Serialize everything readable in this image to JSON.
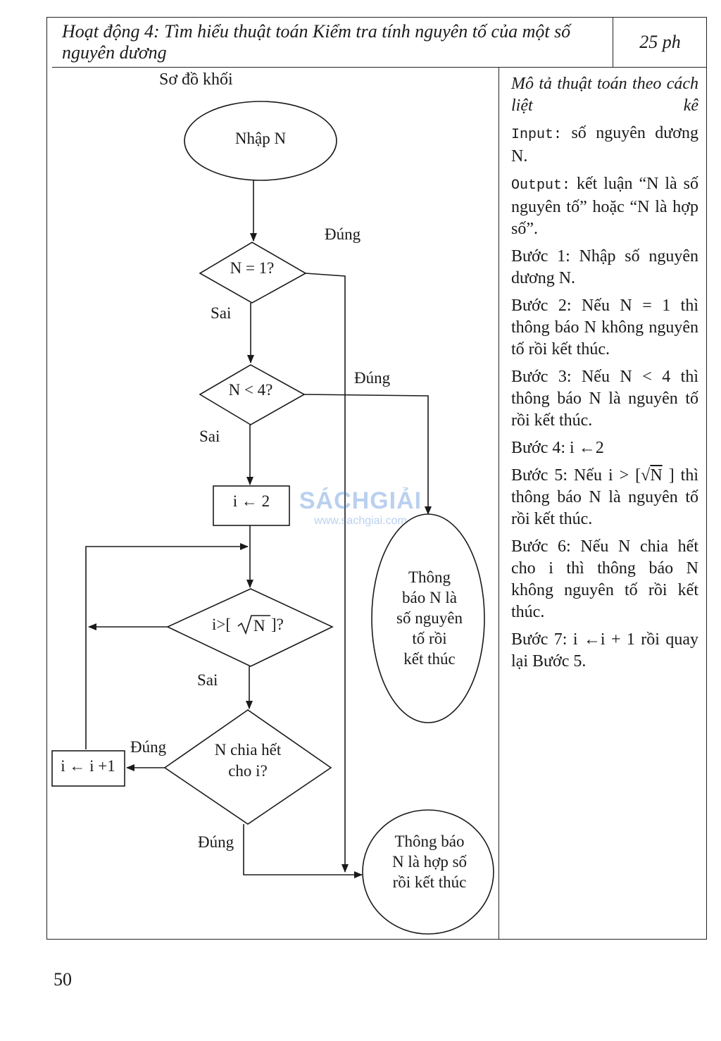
{
  "header": {
    "activity_title": "Hoạt động 4: Tìm hiểu thuật toán Kiểm tra tính nguyên tố của một số nguyên dương",
    "time": "25 ph"
  },
  "diagram": {
    "label": "Sơ đồ khối",
    "start": "Nhập N",
    "decision_1": "N = 1?",
    "decision_2": "N < 4?",
    "init": "i ← 2",
    "decision_3_prefix": "i>[",
    "decision_3_radicand": "N",
    "decision_3_suffix": "]?",
    "decision_4_line1": "N chia hết",
    "decision_4_line2": "cho i?",
    "increment": "i ← i +1",
    "prime_end_lines": [
      "Thông",
      "báo N là",
      "số nguyên",
      "tố rồi",
      "kết thúc"
    ],
    "composite_end_lines": [
      "Thông báo",
      "N là hợp số",
      "rồi kết thúc"
    ],
    "label_true_1": "Đúng",
    "label_false_1": "Sai",
    "label_true_2": "Đúng",
    "label_false_2": "Sai",
    "label_false_3": "Sai",
    "label_true_4_left": "Đúng",
    "label_true_4_down": "Đúng"
  },
  "description": {
    "title": "Mô tả thuật toán theo cách liệt kê",
    "input_keyword": "Input:",
    "input_text": " số nguyên dương N.",
    "output_keyword": "Output:",
    "output_text": " kết luận “N là số nguyên tố” hoặc “N là hợp số”.",
    "step_1": "Bước 1: Nhập số nguyên dương N.",
    "step_2": "Bước 2: Nếu N = 1 thì thông báo N không nguyên tố rồi kết thúc.",
    "step_3": "Bước 3: Nếu N < 4 thì thông báo N là nguyên tố rồi kết thúc.",
    "step_4": "Bước 4: i ←2",
    "step_5_prefix": "Bước 5: Nếu i > [",
    "step_5_radicand": "N",
    "step_5_suffix": "] thì thông báo N là nguyên tố rồi kết thúc.",
    "step_6": "Bước 6: Nếu N chia hết cho i thì thông báo N không nguyên tố rồi kết thúc.",
    "step_7": "Bước 7: i ←i + 1 rồi quay lại Bước 5."
  },
  "watermark": {
    "main": "SÁCHGIẢI",
    "sub": "www.sachgiai.com"
  },
  "page_number": "50"
}
